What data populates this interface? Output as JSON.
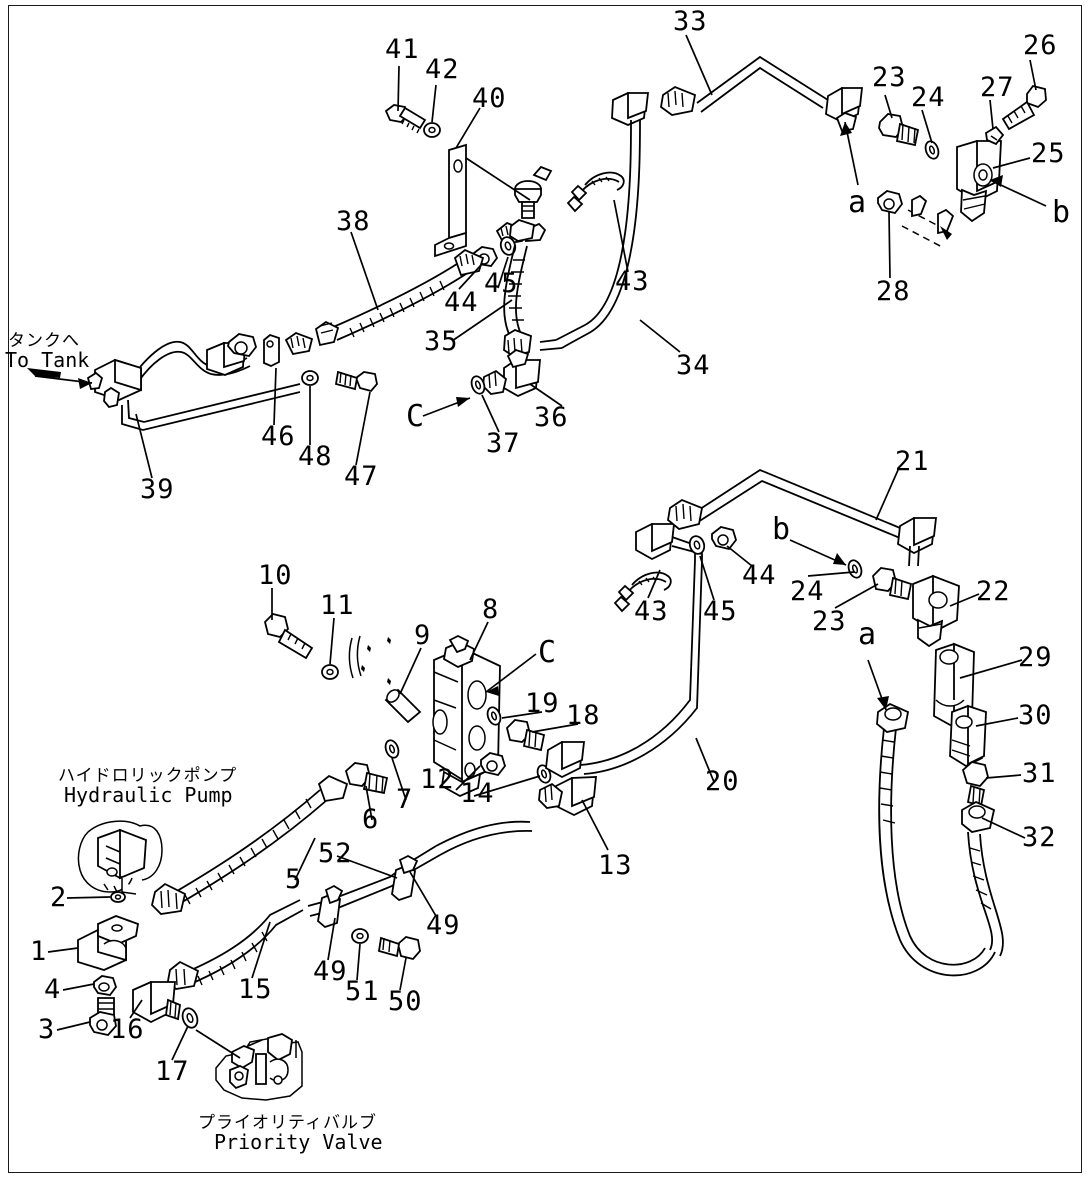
{
  "diagram": {
    "type": "hydraulic-piping-parts-diagram",
    "frame_border": true,
    "ink_color": "#000000",
    "background_color": "#ffffff"
  },
  "text_labels": {
    "to_tank_jp": "タンクへ",
    "to_tank_en": "To Tank",
    "hydraulic_pump_jp": "ハイドロリックポンプ",
    "hydraulic_pump_en": "Hydraulic Pump",
    "priority_valve_jp": "プライオリティバルブ",
    "priority_valve_en": "Priority Valve"
  },
  "ref_markers": [
    {
      "id": "a_top",
      "label": "a"
    },
    {
      "id": "b_top",
      "label": "b"
    },
    {
      "id": "c_top",
      "label": "C"
    },
    {
      "id": "a_mid",
      "label": "a"
    },
    {
      "id": "b_mid",
      "label": "b"
    },
    {
      "id": "c_mid",
      "label": "C"
    }
  ],
  "callouts": [
    {
      "n": "41"
    },
    {
      "n": "42"
    },
    {
      "n": "40"
    },
    {
      "n": "33"
    },
    {
      "n": "23"
    },
    {
      "n": "24"
    },
    {
      "n": "27"
    },
    {
      "n": "26"
    },
    {
      "n": "25"
    },
    {
      "n": "28"
    },
    {
      "n": "38"
    },
    {
      "n": "43"
    },
    {
      "n": "44"
    },
    {
      "n": "45"
    },
    {
      "n": "35"
    },
    {
      "n": "34"
    },
    {
      "n": "36"
    },
    {
      "n": "37"
    },
    {
      "n": "46"
    },
    {
      "n": "48"
    },
    {
      "n": "47"
    },
    {
      "n": "39"
    },
    {
      "n": "21"
    },
    {
      "n": "22"
    },
    {
      "n": "29"
    },
    {
      "n": "30"
    },
    {
      "n": "31"
    },
    {
      "n": "32"
    },
    {
      "n": "10"
    },
    {
      "n": "11"
    },
    {
      "n": "9"
    },
    {
      "n": "8"
    },
    {
      "n": "19"
    },
    {
      "n": "18"
    },
    {
      "n": "12"
    },
    {
      "n": "14"
    },
    {
      "n": "7"
    },
    {
      "n": "6"
    },
    {
      "n": "5"
    },
    {
      "n": "13"
    },
    {
      "n": "20"
    },
    {
      "n": "52"
    },
    {
      "n": "49"
    },
    {
      "n": "51"
    },
    {
      "n": "50"
    },
    {
      "n": "2"
    },
    {
      "n": "1"
    },
    {
      "n": "4"
    },
    {
      "n": "3"
    },
    {
      "n": "15"
    },
    {
      "n": "16"
    },
    {
      "n": "17"
    }
  ],
  "callout_numbers": {
    "n41": "41",
    "n42": "42",
    "n40": "40",
    "n33": "33",
    "n23a": "23",
    "n24a": "24",
    "n27": "27",
    "n26": "26",
    "n25": "25",
    "n28": "28",
    "n38": "38",
    "n43a": "43",
    "n44a": "44",
    "n45a": "45",
    "n35": "35",
    "n34": "34",
    "n36": "36",
    "n37": "37",
    "n46": "46",
    "n48": "48",
    "n47": "47",
    "n39": "39",
    "n21": "21",
    "n22": "22",
    "n29": "29",
    "n30": "30",
    "n31": "31",
    "n32": "32",
    "n10": "10",
    "n11": "11",
    "n9": "9",
    "n8": "8",
    "n19": "19",
    "n18": "18",
    "n12": "12",
    "n14": "14",
    "n7": "7",
    "n6": "6",
    "n5": "5",
    "n13": "13",
    "n20": "20",
    "n52": "52",
    "n49a": "49",
    "n49b": "49",
    "n51": "51",
    "n50": "50",
    "n2": "2",
    "n1": "1",
    "n4": "4",
    "n3": "3",
    "n15": "15",
    "n16": "16",
    "n17": "17",
    "n43b": "43",
    "n44b": "44",
    "n45b": "45",
    "n23b": "23",
    "n24b": "24",
    "a1": "a",
    "b1": "b",
    "c1": "C",
    "a2": "a",
    "b2": "b",
    "c2": "C"
  }
}
